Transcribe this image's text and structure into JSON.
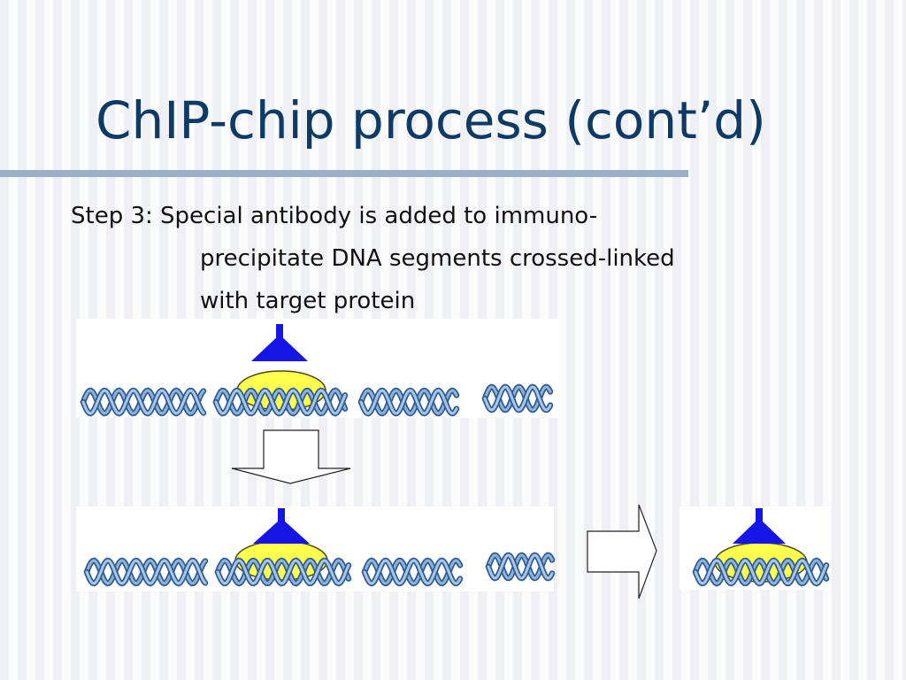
{
  "slide": {
    "title": "ChIP-chip process (cont’d)",
    "step_lines": [
      "Step 3: Special antibody is added to  immuno-",
      "precipitate DNA segments crossed-linked",
      "with target protein"
    ]
  },
  "icons": {
    "dna": "dna-helix-icon",
    "antibody": "antibody-icon",
    "protein": "target-protein-icon",
    "arrow_down": "arrow-down-icon",
    "arrow_right": "arrow-right-icon"
  },
  "colors": {
    "title": "#0e3a66",
    "rule": "#98afc7",
    "dna": "#5b86b8",
    "antibody": "#1515e6",
    "protein": "#ffff4d"
  }
}
